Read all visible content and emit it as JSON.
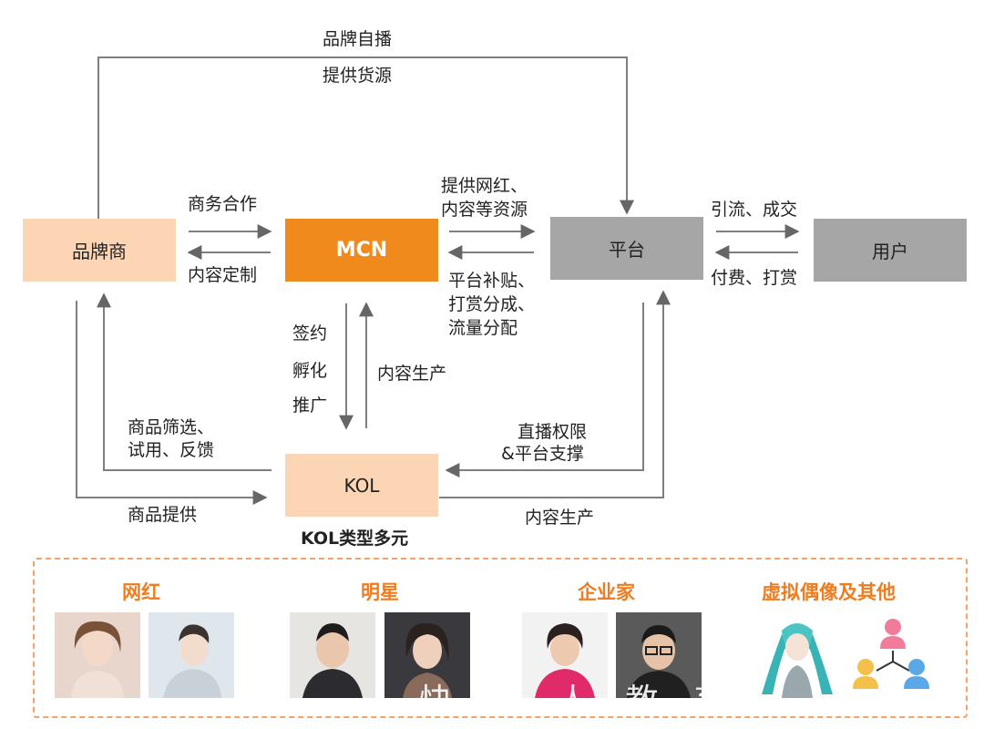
{
  "nodes": {
    "brand": "品牌商",
    "mcn": "MCN",
    "platform": "平台",
    "user": "用户",
    "kol": "KOL"
  },
  "edges": {
    "brand_self_live": "品牌自播",
    "supply_goods": "提供货源",
    "business_coop": "商务合作",
    "content_custom": "内容定制",
    "provide_influencer_1": "提供网红、",
    "provide_influencer_2": "内容等资源",
    "subsidy_1": "平台补贴、",
    "subsidy_2": "打赏分成、",
    "subsidy_3": "流量分配",
    "traffic_deal": "引流、成交",
    "pay_tip": "付费、打赏",
    "sign": "签约",
    "incubate": "孵化",
    "promote": "推广",
    "content_produce_mcn": "内容生产",
    "goods_select_1": "商品筛选、",
    "goods_select_2": "试用、反馈",
    "goods_supply": "商品提供",
    "live_rights_1": "直播权限",
    "live_rights_2": "&平台支撑",
    "content_produce_platform": "内容生产"
  },
  "kol_types_label": "KOL类型多元",
  "categories": [
    {
      "title": "网红",
      "icon": "influencer-photo"
    },
    {
      "title": "明星",
      "icon": "celebrity-photo"
    },
    {
      "title": "企业家",
      "icon": "entrepreneur-photo"
    },
    {
      "title": "虚拟偶像及其他",
      "icon": "virtual-idol-photo"
    }
  ],
  "watermark": "快 号 人 教 育 ..."
}
